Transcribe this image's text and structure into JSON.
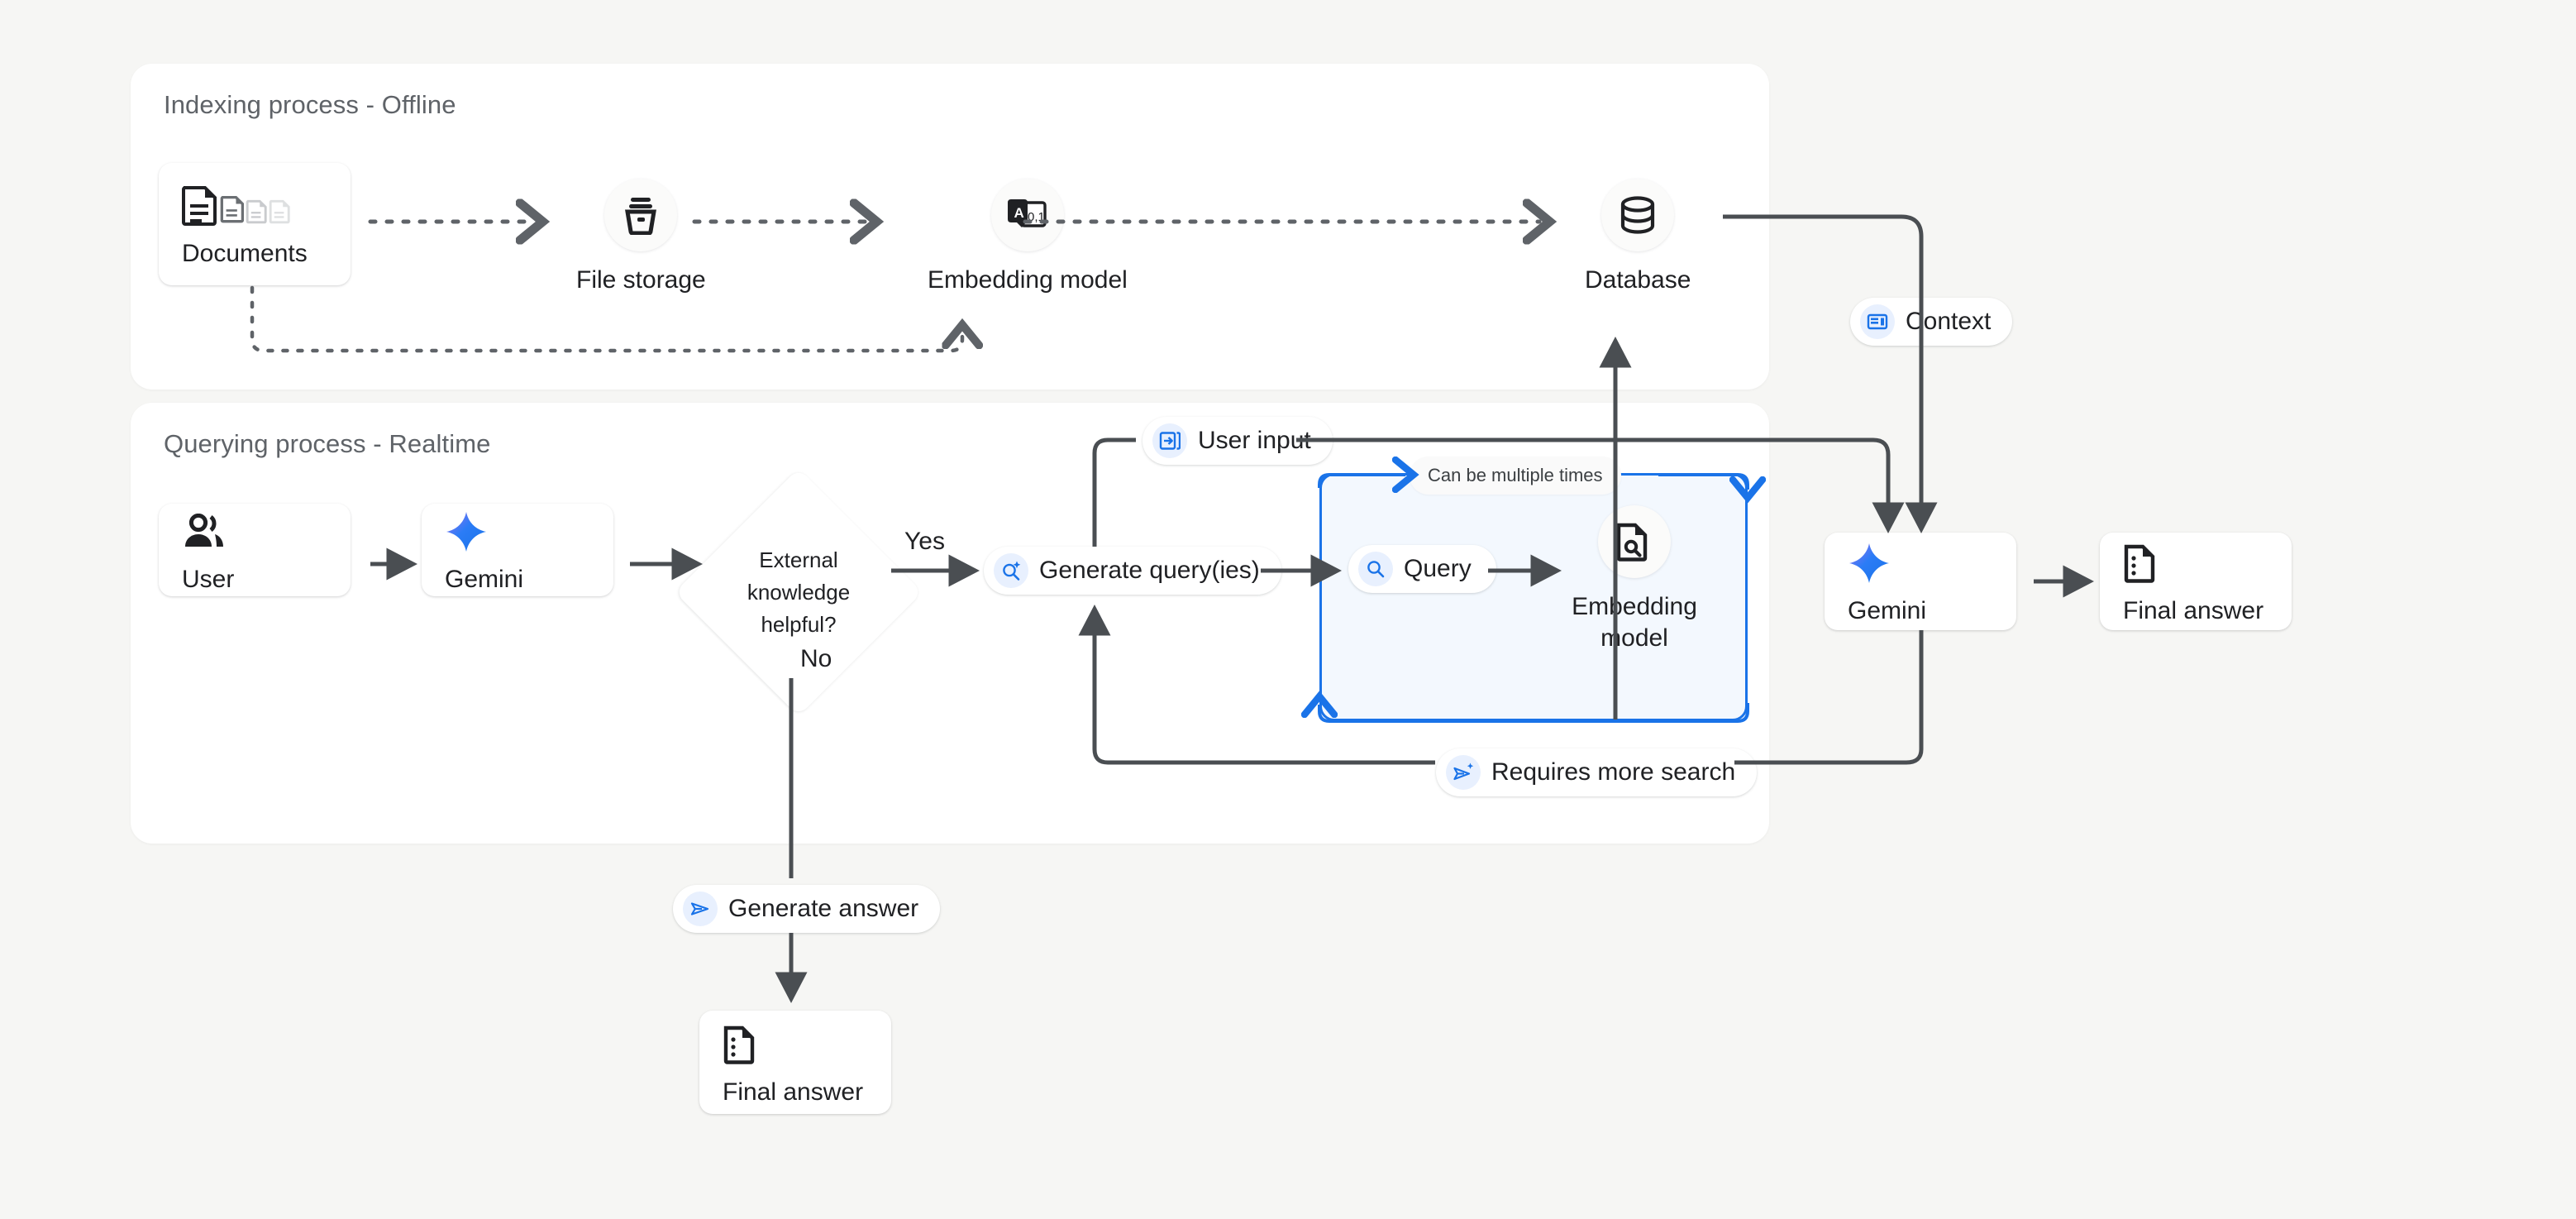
{
  "canvas": {
    "bg": "#f6f6f4"
  },
  "colors": {
    "panel": "#ffffff",
    "stroke": "#5f6368",
    "blue": "#1a73e8",
    "blue_fill": "#f3f8fe",
    "chip_icon_bg": "#e8f0fe",
    "text": "#202124",
    "muted": "#5f6368",
    "gemini_start": "#9b72f2",
    "gemini_mid": "#2b7cf6",
    "gemini_end": "#1a73e8"
  },
  "panels": [
    {
      "id": "indexing",
      "title": "Indexing process - Offline"
    },
    {
      "id": "querying",
      "title": "Querying process - Realtime"
    }
  ],
  "indexing": {
    "documents_card": {
      "label": "Documents",
      "icon": "documents-icon"
    },
    "file_storage": {
      "label": "File storage",
      "icon": "file-storage-icon"
    },
    "embedding_model": {
      "label": "Embedding model",
      "icon": "embedding-model-icon",
      "icon_text_a": "A",
      "icon_text_bits": "0,1"
    },
    "database": {
      "label": "Database",
      "icon": "database-icon"
    }
  },
  "querying": {
    "user_card": {
      "label": "User",
      "icon": "user-group-icon"
    },
    "gemini_card": {
      "label": "Gemini",
      "icon": "gemini-sparkle-icon"
    },
    "decision": {
      "text": "External knowledge helpful?",
      "yes": "Yes",
      "no": "No"
    },
    "generate_queries_chip": {
      "label": "Generate query(ies)",
      "icon": "search-sparkle-icon"
    },
    "user_input_chip": {
      "label": "User input",
      "icon": "input-arrow-icon"
    },
    "query_chip": {
      "label": "Query",
      "icon": "search-icon"
    },
    "loop_note": "Can be multiple times",
    "inner_embedding_model": {
      "label": "Embedding model",
      "icon": "document-search-icon"
    },
    "requires_more_search_chip": {
      "label": "Requires more search",
      "icon": "send-sparkle-icon"
    },
    "context_chip": {
      "label": "Context",
      "icon": "context-panel-icon"
    },
    "gemini_right_card": {
      "label": "Gemini",
      "icon": "gemini-sparkle-icon"
    },
    "final_answer_right_card": {
      "label": "Final answer",
      "icon": "final-answer-icon"
    },
    "generate_answer_chip": {
      "label": "Generate answer",
      "icon": "send-icon"
    },
    "final_answer_bottom_card": {
      "label": "Final answer",
      "icon": "final-answer-icon"
    }
  }
}
